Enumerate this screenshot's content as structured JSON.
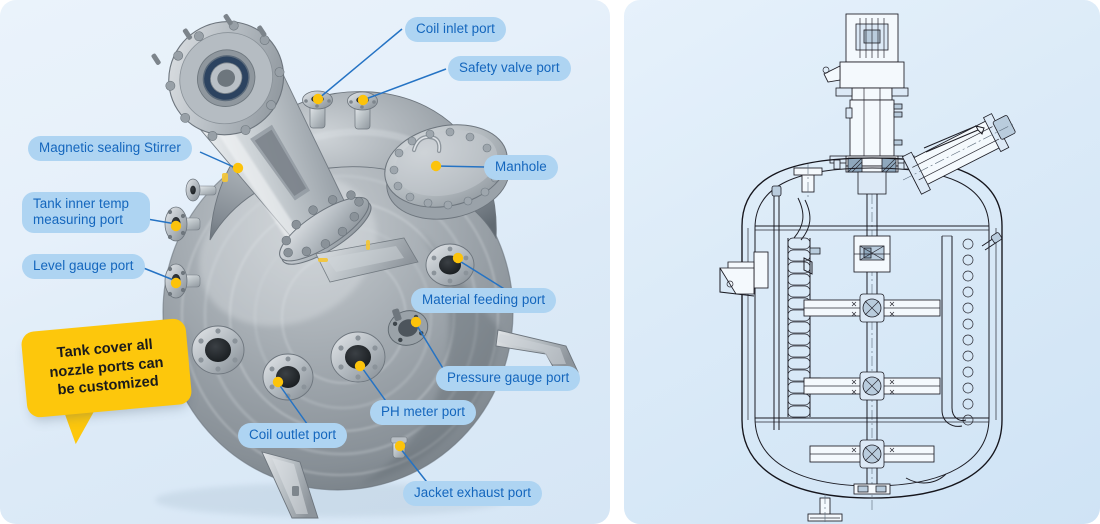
{
  "meta": {
    "left_panel_title": "Reactor tank photo with nozzle port callouts",
    "right_panel_title": "Reactor tank sectional technical drawing"
  },
  "colors": {
    "pill_background": "#aed4f2",
    "pill_text": "#1466bd",
    "leader_line": "#2573c4",
    "marker_dot": "#fcc30b",
    "callout_yellow": "#fdc70c",
    "callout_text": "#1b1b1b",
    "panel_background_top": "#eaf3fb",
    "panel_background_bottom": "#d6e6f5",
    "drawing_line": "#1c1c24"
  },
  "callouts": [
    {
      "id": "coil-inlet-port",
      "label": "Coil inlet port"
    },
    {
      "id": "safety-valve-port",
      "label": "Safety valve port"
    },
    {
      "id": "magnetic-sealing-stirrer",
      "label": "Magnetic sealing Stirrer"
    },
    {
      "id": "manhole",
      "label": "Manhole"
    },
    {
      "id": "tank-inner-temp-measuring-port",
      "label": "Tank inner temp\nmeasuring port"
    },
    {
      "id": "level-gauge-port",
      "label": "Level gauge port"
    },
    {
      "id": "material-feeding-port",
      "label": "Material feeding port"
    },
    {
      "id": "pressure-gauge-port",
      "label": "Pressure gauge port"
    },
    {
      "id": "ph-meter-port",
      "label": "PH meter port"
    },
    {
      "id": "coil-outlet-port",
      "label": "Coil outlet port"
    },
    {
      "id": "jacket-exhaust-port",
      "label": "Jacket exhaust port"
    }
  ],
  "labels": {
    "coil_inlet_port": "Coil inlet port",
    "safety_valve_port": "Safety valve port",
    "magnetic_sealing_stirrer": "Magnetic sealing Stirrer",
    "manhole": "Manhole",
    "tank_inner_temp_line1": "Tank inner temp",
    "tank_inner_temp_line2": "measuring port",
    "level_gauge_port": "Level gauge port",
    "material_feeding_port": "Material feeding port",
    "pressure_gauge_port": "Pressure gauge port",
    "ph_meter_port": "PH meter port",
    "coil_outlet_port": "Coil outlet port",
    "jacket_exhaust_port": "Jacket exhaust port"
  },
  "yellow_callout": {
    "line1": "Tank cover all",
    "line2": "nozzle ports can",
    "line3": "be customized",
    "full_text": "Tank cover all nozzle ports can be customized"
  }
}
